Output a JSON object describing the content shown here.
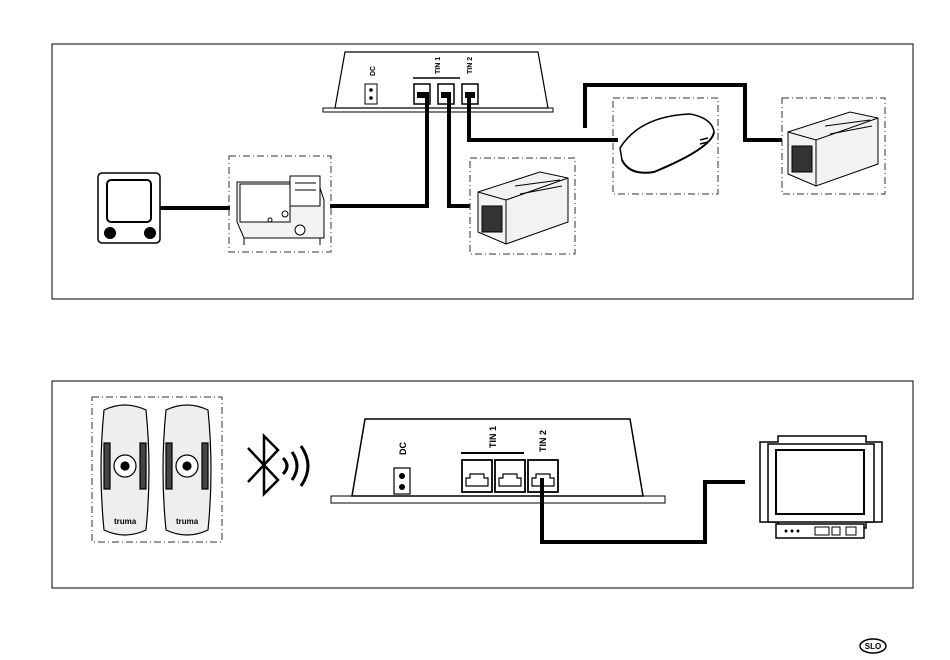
{
  "panel_top": {
    "connector_labels": {
      "dc": "DC",
      "tin1": "TIN 1",
      "tin2": "TIN 2"
    },
    "devices": [
      "control-panel",
      "heater",
      "air-conditioner",
      "roof-air-conditioner",
      "air-conditioner"
    ]
  },
  "panel_bottom": {
    "connector_labels": {
      "dc": "DC",
      "tin1": "TIN 1",
      "tin2": "TIN 2"
    },
    "remote_brand": "truma",
    "devices": [
      "remote-controls",
      "bluetooth",
      "inet-box",
      "control-display"
    ]
  },
  "footer": {
    "language_badge": "SLO"
  },
  "colors": {
    "line": "#000000",
    "body_fill": "#f2f2f2",
    "dashed_frame": "#333333"
  }
}
